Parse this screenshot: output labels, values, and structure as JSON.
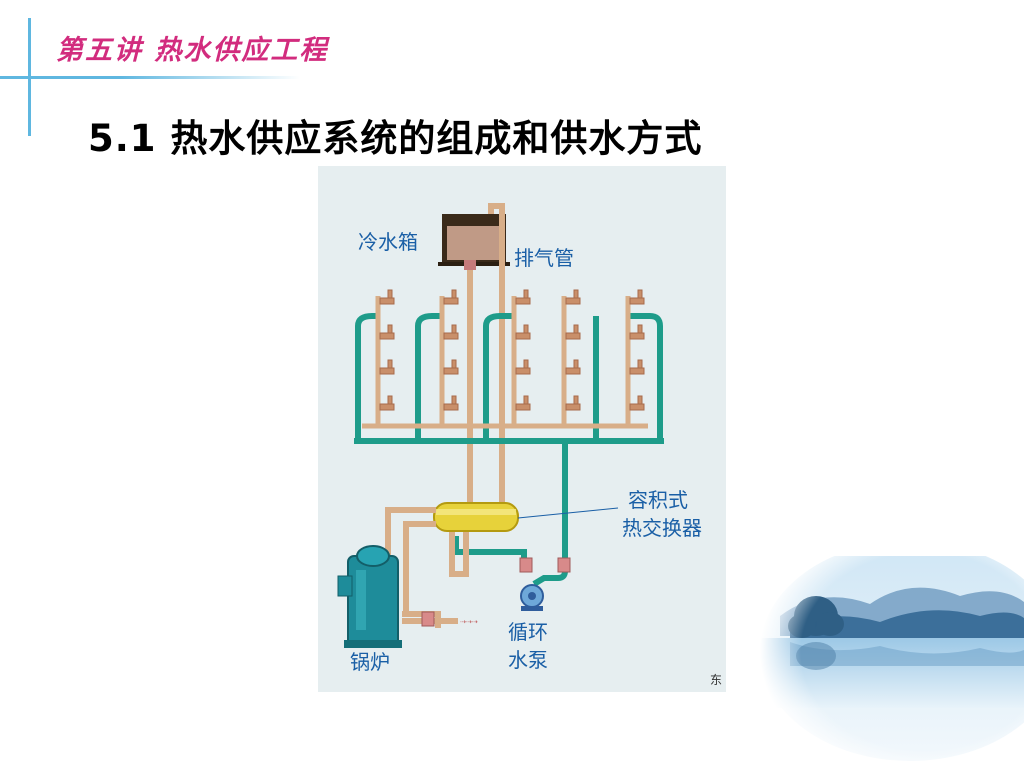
{
  "header": {
    "title": "第五讲 热水供应工程"
  },
  "slide": {
    "title": "5.1 热水供应系统的组成和供水方式"
  },
  "diagram": {
    "labels": {
      "cold_tank": "冷水箱",
      "vent_pipe": "排气管",
      "heat_exchanger_line1": "容积式",
      "heat_exchanger_line2": "热交换器",
      "pump_line1": "循环",
      "pump_line2": "水泵",
      "boiler": "锅炉",
      "watermark": "东"
    },
    "colors": {
      "hot_pipe": "#d8ae88",
      "return_pipe": "#1e9c8a",
      "label": "#1a5fa6",
      "boiler": "#1e8c9a",
      "exchanger": "#e7d23a"
    }
  }
}
